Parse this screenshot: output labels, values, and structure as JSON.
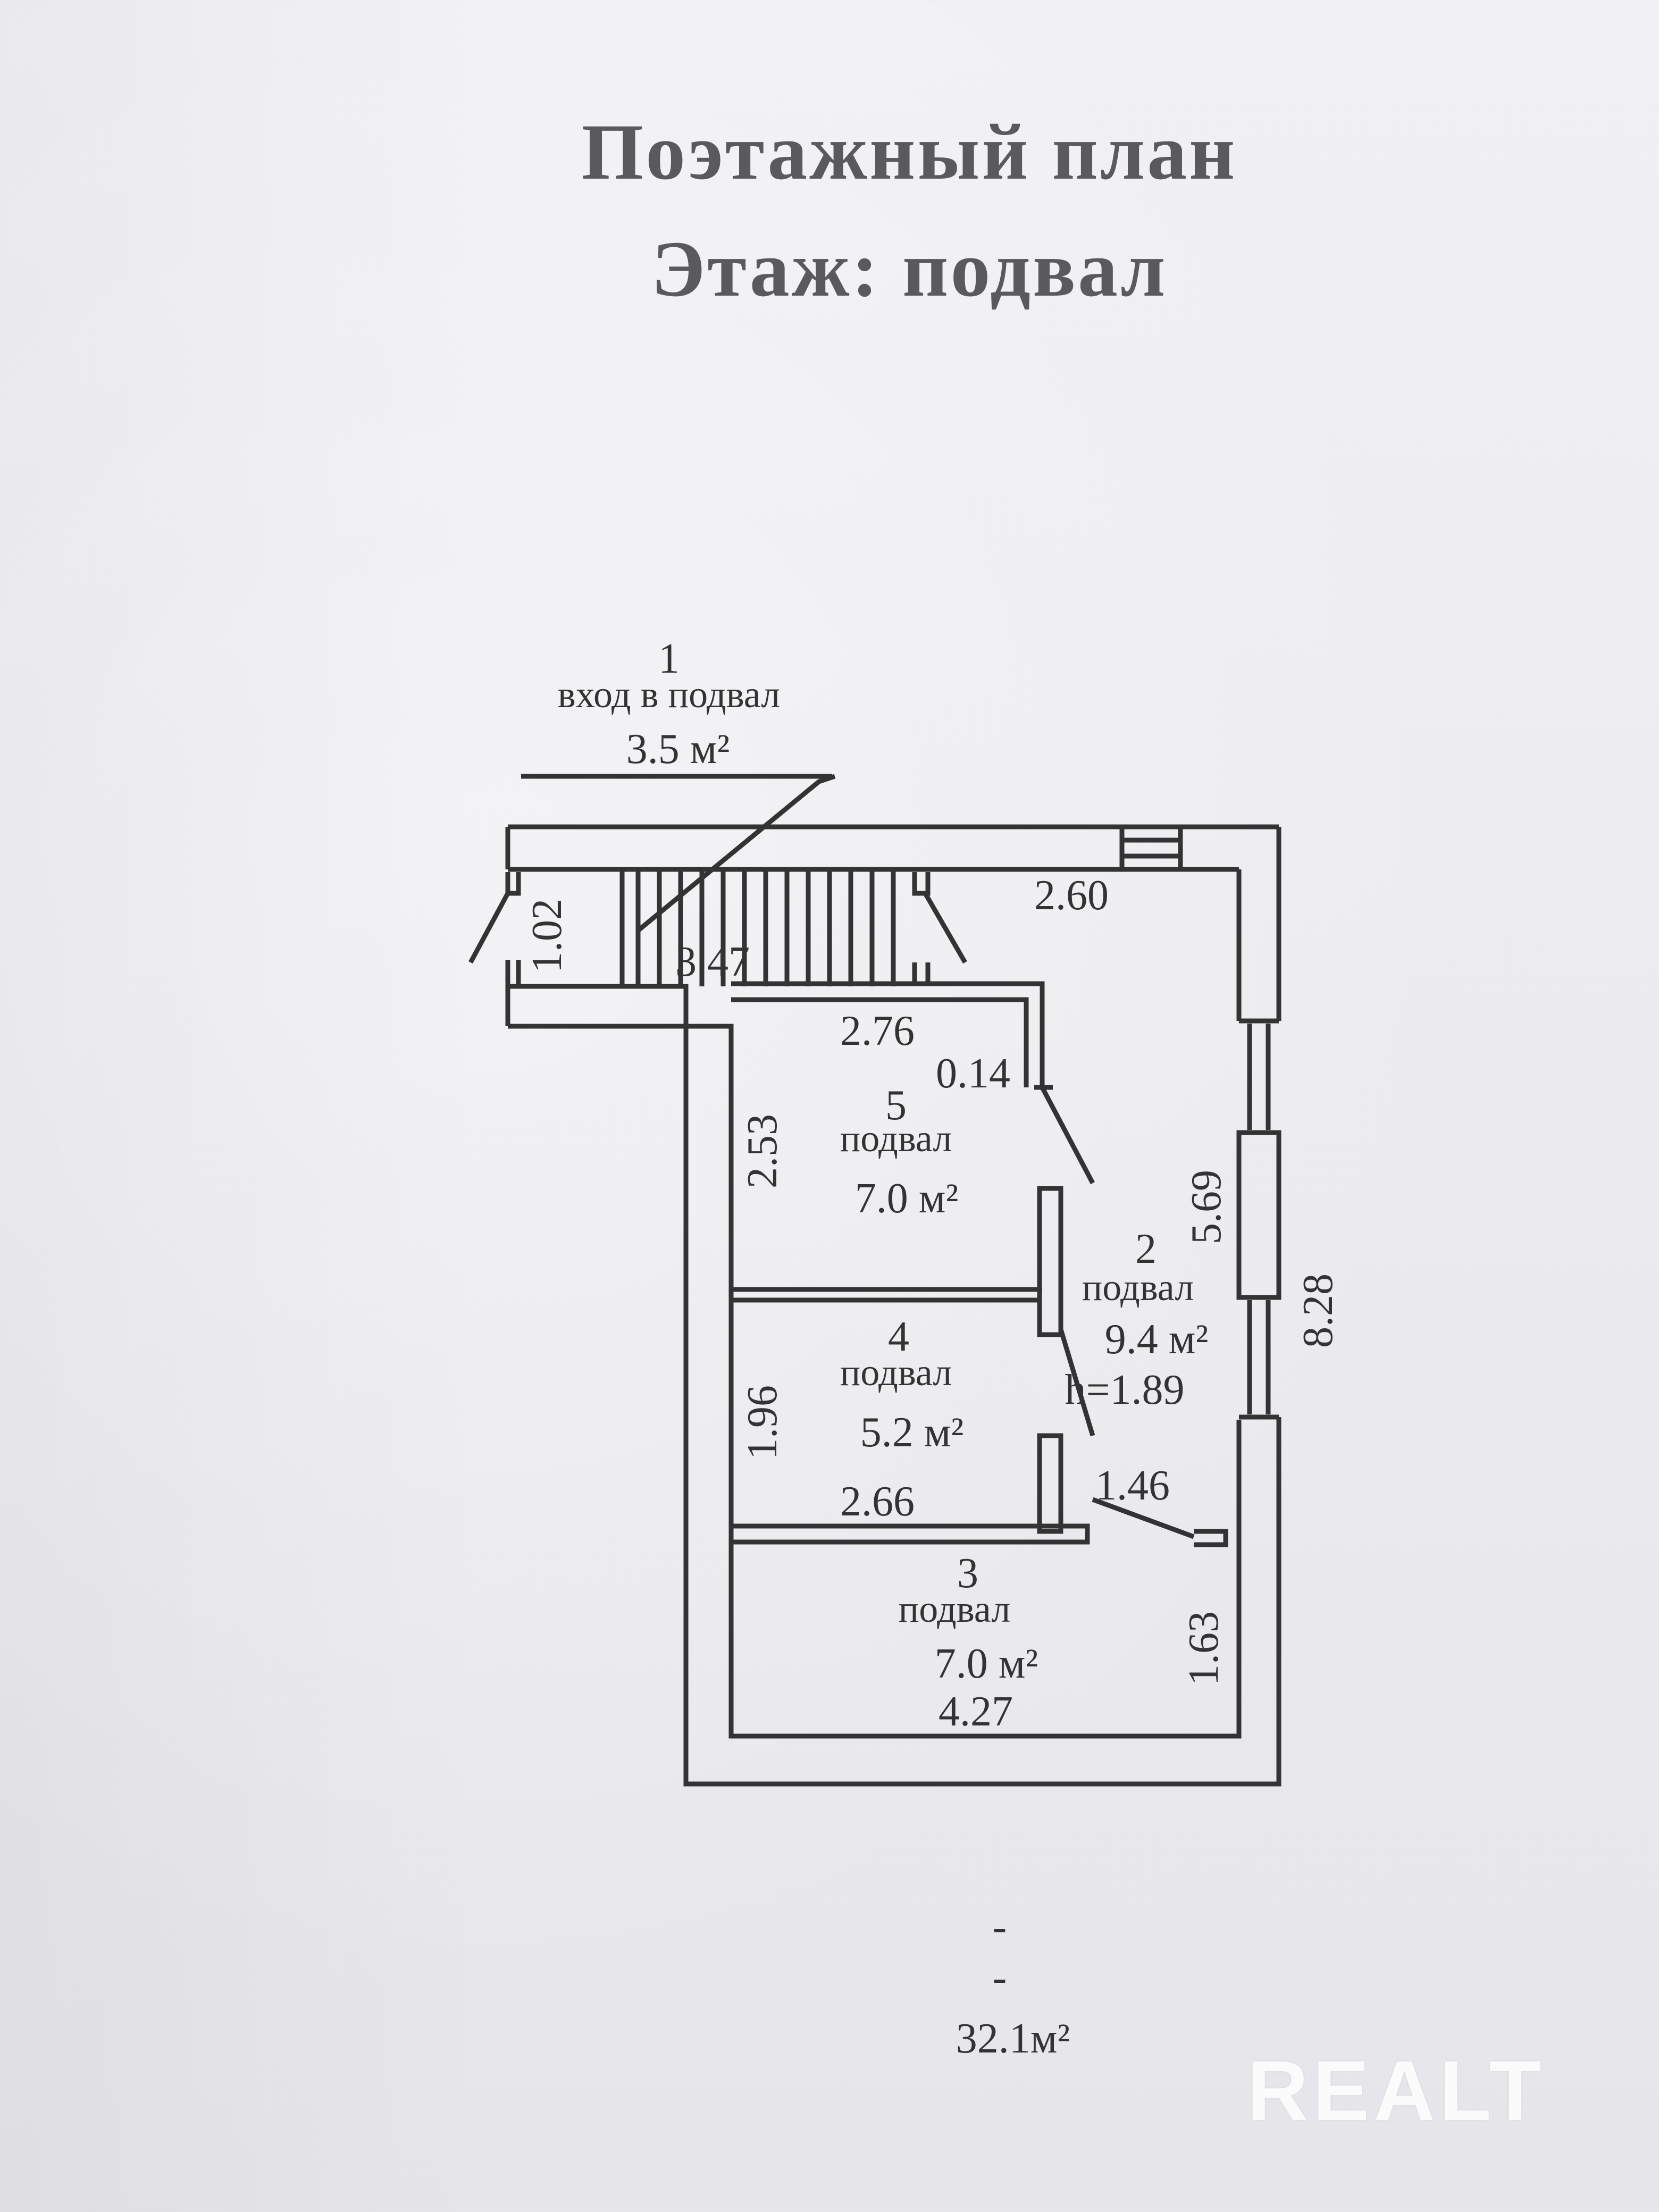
{
  "title": "Поэтажный план",
  "subtitle": "Этаж: подвал",
  "rooms": [
    {
      "num": "1",
      "name": "вход в подвал",
      "area": "3.5 м²"
    },
    {
      "num": "2",
      "name": "подвал",
      "area": "9.4 м²",
      "height": "h=1.89"
    },
    {
      "num": "3",
      "name": "подвал",
      "area": "7.0 м²"
    },
    {
      "num": "4",
      "name": "подвал",
      "area": "5.2 м²"
    },
    {
      "num": "5",
      "name": "подвал",
      "area": "7.0 м²"
    }
  ],
  "dimensions": {
    "stair_height": "1.02",
    "stair_length": "3.47",
    "top_width": "2.60",
    "room5_width": "2.76",
    "room5_gap": "0.14",
    "room5_height": "2.53",
    "room2_right": "5.69",
    "total_height": "8.28",
    "room4_height": "1.96",
    "room4_width": "2.66",
    "room2_bottom": "1.46",
    "room3_height": "1.63",
    "room3_width": "4.27"
  },
  "dash1": "-",
  "dash2": "-",
  "total_area": "32.1м²",
  "watermark": "REALT"
}
